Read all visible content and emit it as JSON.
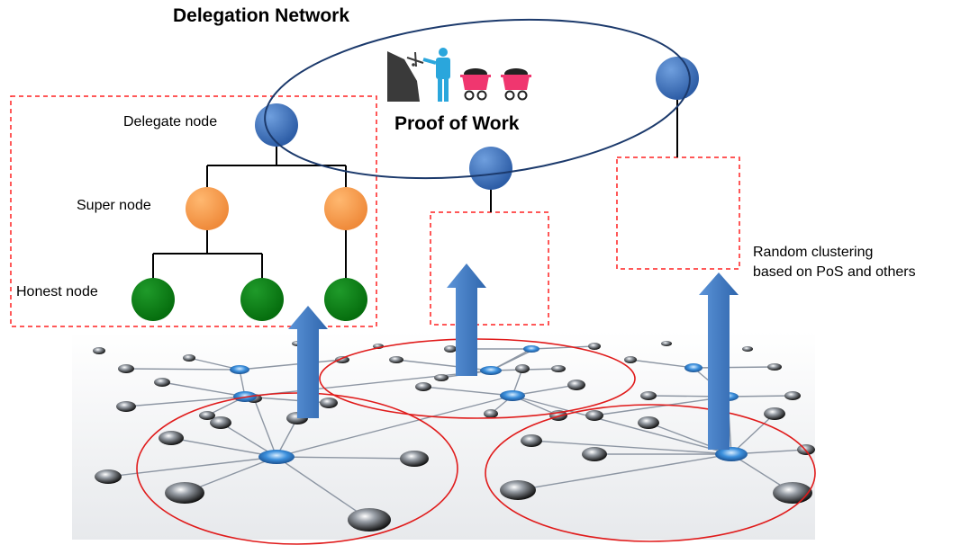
{
  "title": "Delegation Network",
  "consensus_label": "Proof of Work",
  "labels": {
    "delegate_node": "Delegate node",
    "super_node": "Super node",
    "honest_node": "Honest node",
    "random_clustering_line1": "Random clustering",
    "random_clustering_line2": "based on PoS and others"
  },
  "colors": {
    "delegate_node": "#3c6fb5",
    "super_node": "#f4994a",
    "honest_node": "#0b7d13",
    "cluster_box": "#ff2020",
    "network_ellipse": "#1c3a6c",
    "arrow": "#3f79c4",
    "network_cluster_ring": "#e01b1b"
  },
  "icons": [
    "miner-icon",
    "mine-cart-icon",
    "mine-cart-icon"
  ]
}
